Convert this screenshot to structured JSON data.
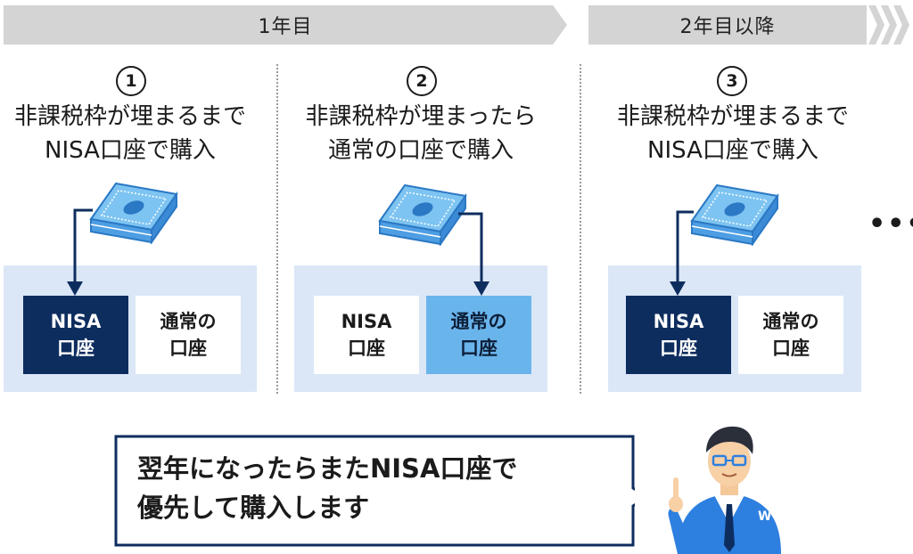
{
  "banners": {
    "year1": "1年目",
    "year2": "2年目以降"
  },
  "steps": [
    {
      "number": "1",
      "line1": "非課税枠が埋まるまで",
      "line2": "NISA口座で購入"
    },
    {
      "number": "2",
      "line1": "非課税枠が埋まったら",
      "line2": "通常の口座で購入"
    },
    {
      "number": "3",
      "line1": "非課税枠が埋まるまで",
      "line2": "NISA口座で購入"
    }
  ],
  "accounts": {
    "nisa_line1": "NISA",
    "nisa_line2": "口座",
    "normal_line1": "通常の",
    "normal_line2": "口座"
  },
  "ellipsis": "•••",
  "bubble": {
    "line1": "翌年になったらまたNISA口座で",
    "line2": "優先して購入します"
  },
  "colors": {
    "navy": "#0e2d5f",
    "light_blue": "#6ab4ec",
    "panel": "#dbe7f7",
    "banner": "#d4d4d4"
  },
  "icons": [
    "money-bundle-icon",
    "down-arrow-icon",
    "advisor-person-icon"
  ]
}
